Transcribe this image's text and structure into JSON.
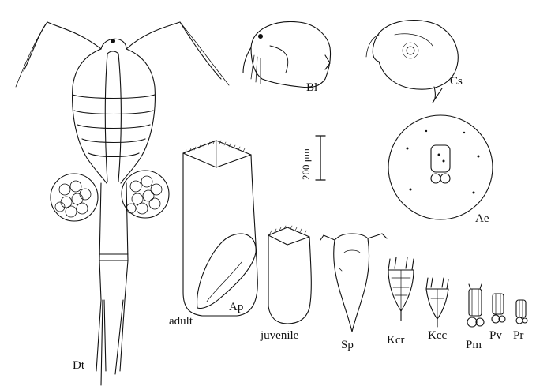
{
  "labels": {
    "dt": "Dt",
    "bl": "Bl",
    "cs": "Cs",
    "ae": "Ae",
    "ap": "Ap",
    "adult": "adult",
    "juvenile": "juvenile",
    "sp": "Sp",
    "kcr": "Kcr",
    "kcc": "Kcc",
    "pm": "Pm",
    "pv": "Pv",
    "pr": "Pr"
  },
  "scale_bar": {
    "label": "200 μm"
  },
  "colors": {
    "ink": "#111111",
    "background": "#ffffff"
  }
}
